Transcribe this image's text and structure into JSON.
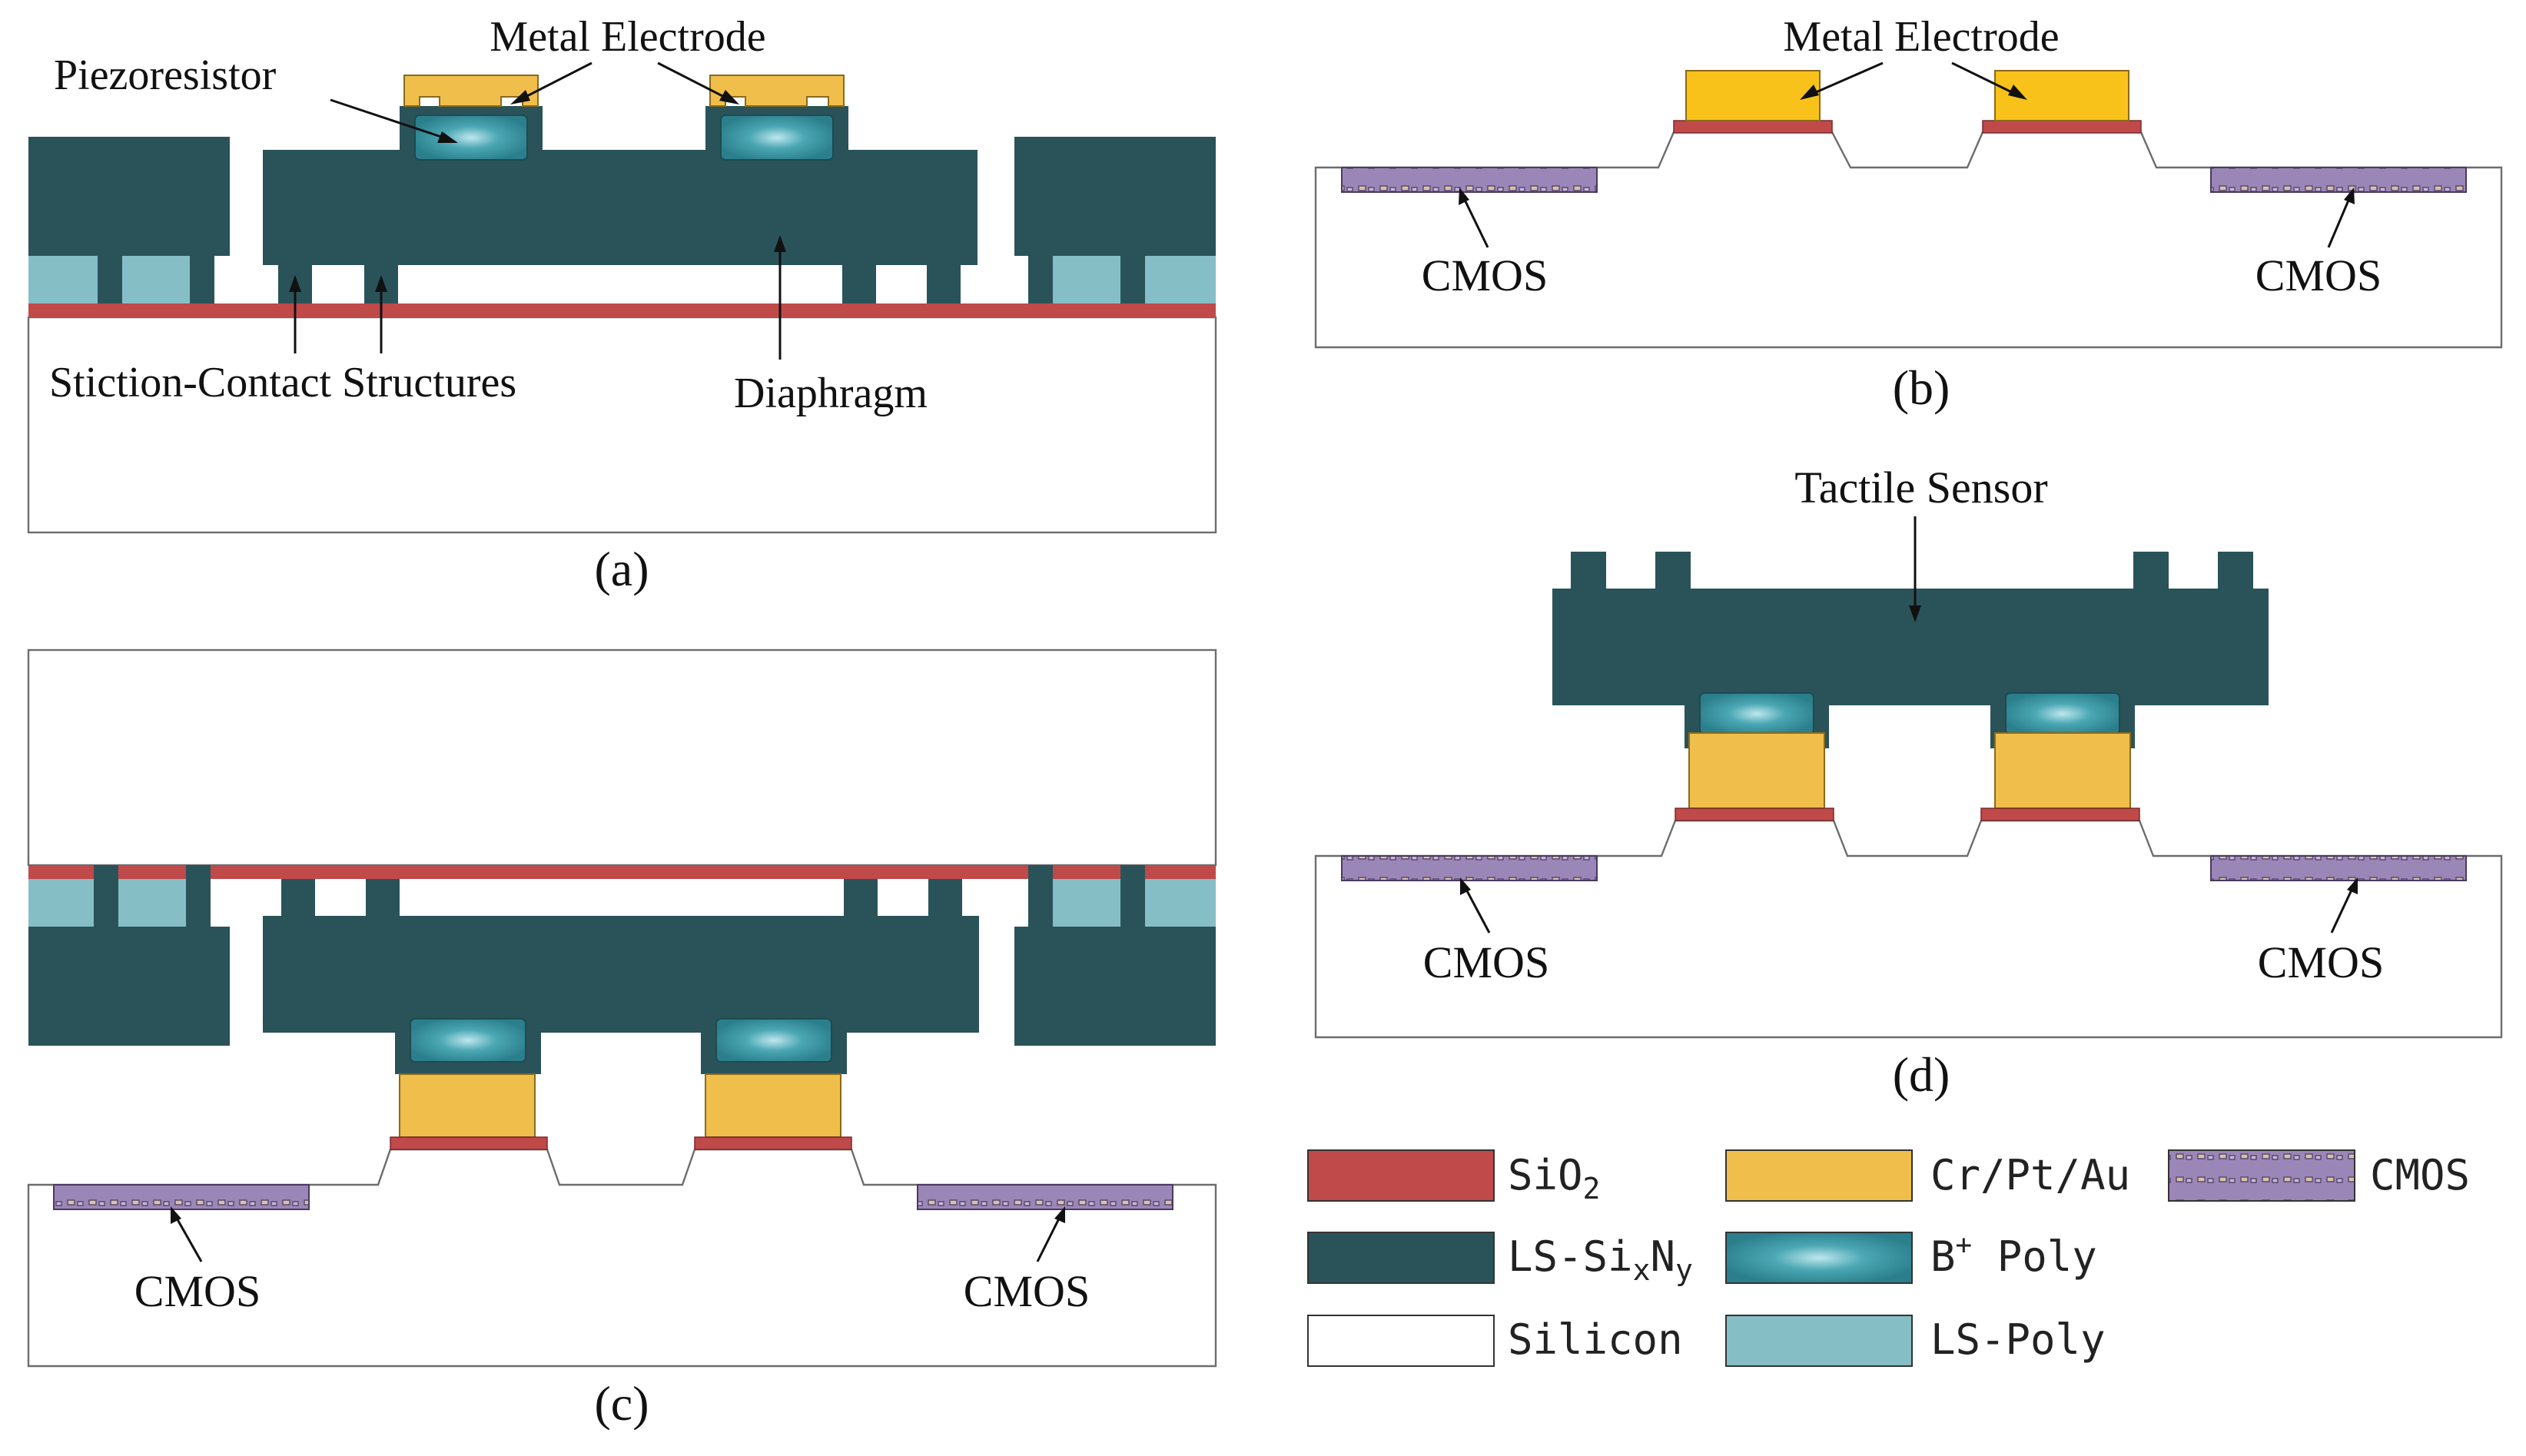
{
  "colors": {
    "sio2": "#c0494a",
    "sixny": "#2a5359",
    "silicon": "#ffffff",
    "crptau": "#f0be4a",
    "bpoly": "#3f98a6",
    "lspoly": "#86bec6",
    "cmos": "#9b86b8",
    "outline": "#6d6d6d"
  },
  "panel_a": {
    "caption": "(a)",
    "label_metal_electrode": "Metal Electrode",
    "label_piezoresistor": "Piezoresistor",
    "label_stiction": "Stiction-Contact Structures",
    "label_diaphragm": "Diaphragm"
  },
  "panel_b": {
    "caption": "(b)",
    "label_metal_electrode": "Metal Electrode",
    "label_cmos_left": "CMOS",
    "label_cmos_right": "CMOS"
  },
  "panel_c": {
    "caption": "(c)",
    "label_cmos_left": "CMOS",
    "label_cmos_right": "CMOS"
  },
  "panel_d": {
    "caption": "(d)",
    "label_tactile_sensor": "Tactile Sensor",
    "label_cmos_left": "CMOS",
    "label_cmos_right": "CMOS"
  },
  "legend": [
    {
      "name": "SiO",
      "sub": "2",
      "sup": "",
      "tail": "",
      "mid": "",
      "color": "#c0494a",
      "pattern": "plain"
    },
    {
      "name": "Cr/Pt/Au",
      "sub": "",
      "sup": "",
      "tail": "",
      "mid": "",
      "color": "#f0be4a",
      "pattern": "plain"
    },
    {
      "name": "CMOS",
      "sub": "",
      "sup": "",
      "tail": "",
      "mid": "",
      "color": "#9b86b8",
      "pattern": "cmos"
    },
    {
      "name": "LS-Si",
      "sub": "x",
      "sup": "",
      "tail": "y",
      "mid": "N",
      "color": "#2a5359",
      "pattern": "plain"
    },
    {
      "name": "B",
      "sub": "",
      "sup": "+",
      "tail": " Poly",
      "mid": "",
      "color": "#3f98a6",
      "pattern": "glow"
    },
    {
      "name": "Silicon",
      "sub": "",
      "sup": "",
      "tail": "",
      "mid": "",
      "color": "#ffffff",
      "pattern": "plain"
    },
    {
      "name": "LS-Poly",
      "sub": "",
      "sup": "",
      "tail": "",
      "mid": "",
      "color": "#86bec6",
      "pattern": "plain"
    }
  ]
}
